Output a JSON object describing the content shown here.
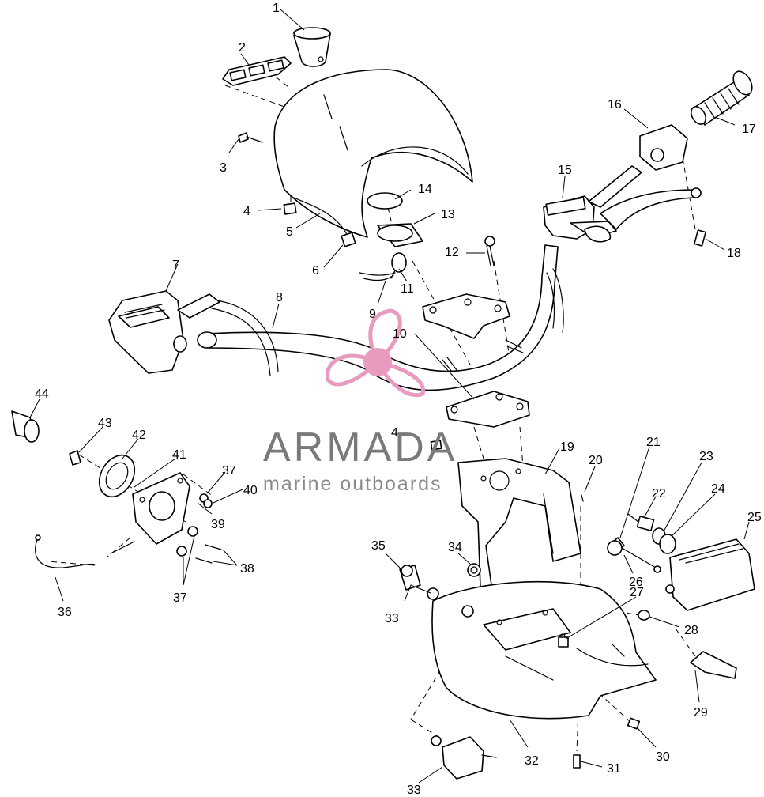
{
  "watermark": {
    "title": "ARMADA",
    "subtitle": "marine outboards",
    "logo_color": "#e89bbf",
    "text_color": "#7a7a7a"
  },
  "callouts": {
    "c1": "1",
    "c2": "2",
    "c3": "3",
    "c4a": "4",
    "c4b": "4",
    "c5": "5",
    "c6": "6",
    "c7": "7",
    "c8": "8",
    "c9": "9",
    "c10": "10",
    "c11": "11",
    "c12": "12",
    "c13": "13",
    "c14": "14",
    "c15": "15",
    "c16": "16",
    "c17": "17",
    "c18": "18",
    "c19": "19",
    "c20": "20",
    "c21": "21",
    "c22": "22",
    "c23": "23",
    "c24": "24",
    "c25": "25",
    "c26": "26",
    "c27": "27",
    "c28": "28",
    "c29": "29",
    "c30": "30",
    "c31": "31",
    "c32": "32",
    "c33a": "33",
    "c33b": "33",
    "c34": "34",
    "c35": "35",
    "c36": "36",
    "c37a": "37",
    "c37b": "37",
    "c38": "38",
    "c39": "39",
    "c40": "40",
    "c41": "41",
    "c42": "42",
    "c43": "43",
    "c44": "44"
  }
}
